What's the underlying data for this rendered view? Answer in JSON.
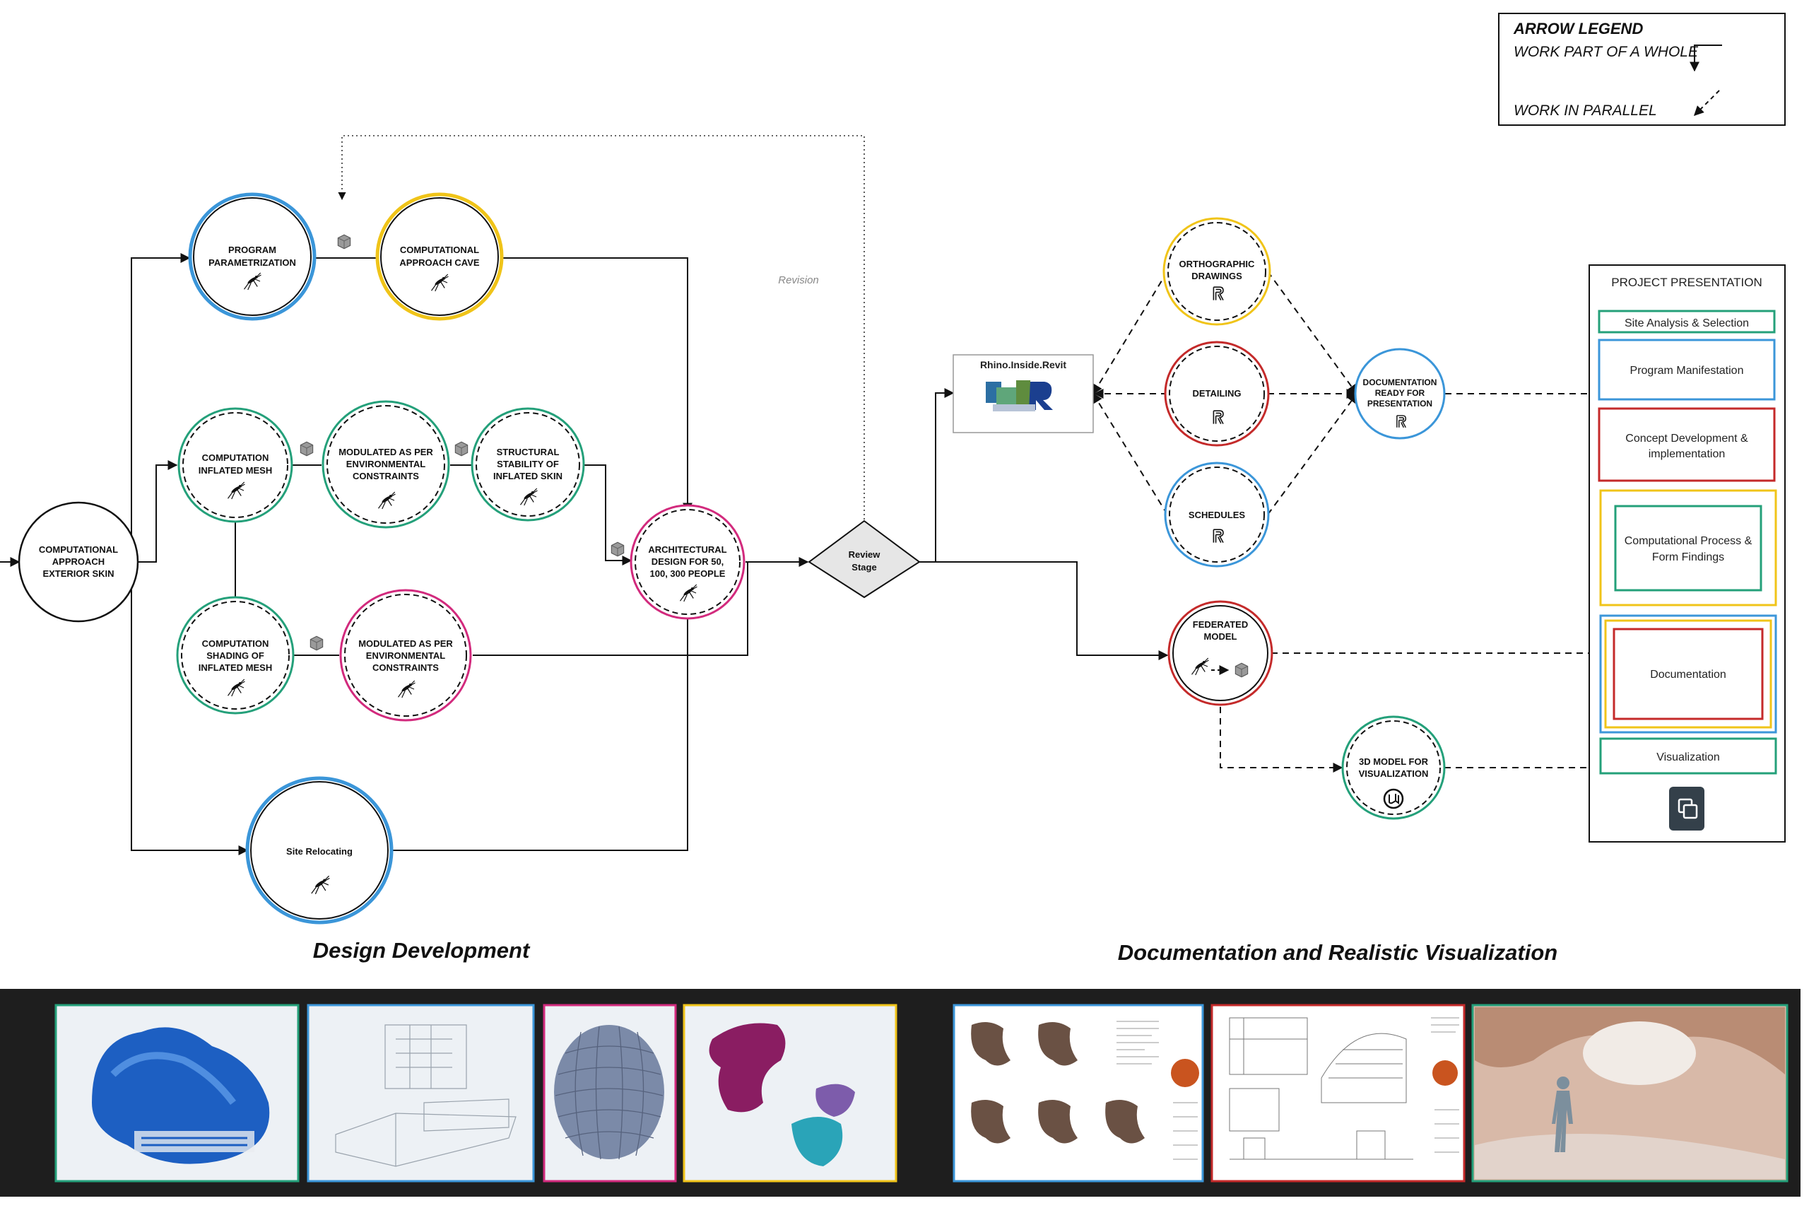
{
  "legend": {
    "title": "ARROW LEGEND",
    "whole": "WORK PART OF A WHOLE",
    "parallel": "WORK IN PARALLEL"
  },
  "revision_label": "Revision",
  "sections": {
    "design": "Design Development",
    "docs": "Documentation and Realistic Visualization"
  },
  "nodes": {
    "exterior": [
      "COMPUTATIONAL",
      "APPROACH",
      "EXTERIOR SKIN"
    ],
    "program": [
      "PROGRAM",
      "PARAMETRIZATION"
    ],
    "cave": [
      "COMPUTATIONAL",
      "APPROACH CAVE"
    ],
    "inflated": [
      "COMPUTATION",
      "INFLATED MESH"
    ],
    "modulated1": [
      "MODULATED AS PER",
      "ENVIRONMENTAL",
      "CONSTRAINTS"
    ],
    "structural": [
      "STRUCTURAL",
      "STABILITY OF",
      "INFLATED SKIN"
    ],
    "shading": [
      "COMPUTATION",
      "SHADING OF",
      "INFLATED MESH"
    ],
    "modulated2": [
      "MODULATED AS PER",
      "ENVIRONMENTAL",
      "CONSTRAINTS"
    ],
    "architectural": [
      "ARCHITECTURAL",
      "DESIGN FOR 50,",
      "100, 300 PEOPLE"
    ],
    "site": [
      "Site Relocating"
    ],
    "review": [
      "Review",
      "Stage"
    ],
    "rir": "Rhino.Inside.Revit",
    "ortho": [
      "ORTHOGRAPHIC",
      "DRAWINGS"
    ],
    "detailing": [
      "DETAILING"
    ],
    "schedules": [
      "SCHEDULES"
    ],
    "docready": [
      "DOCUMENTATION",
      "READY FOR",
      "PRESENTATION"
    ],
    "federated": [
      "FEDERATED",
      "MODEL"
    ],
    "vis3d": [
      "3D MODEL FOR",
      "VISUALIZATION"
    ]
  },
  "presentation": {
    "title": "PROJECT PRESENTATION",
    "items": [
      "Site Analysis & Selection",
      "Program Manifestation",
      [
        "Concept Development &",
        "implementation"
      ],
      [
        "Computational Process &",
        "Form Findings"
      ],
      "Documentation",
      "Visualization"
    ]
  },
  "colors": {
    "blue": "#3b96d9",
    "yellow": "#f0c419",
    "green": "#24a07a",
    "red": "#c42a2a",
    "magenta": "#d22a7d",
    "black": "#111111",
    "strip": "#1e1e1e"
  },
  "icons": [
    "grasshopper-icon",
    "revit-icon",
    "unreal-icon",
    "cube-icon",
    "copy-icon"
  ]
}
